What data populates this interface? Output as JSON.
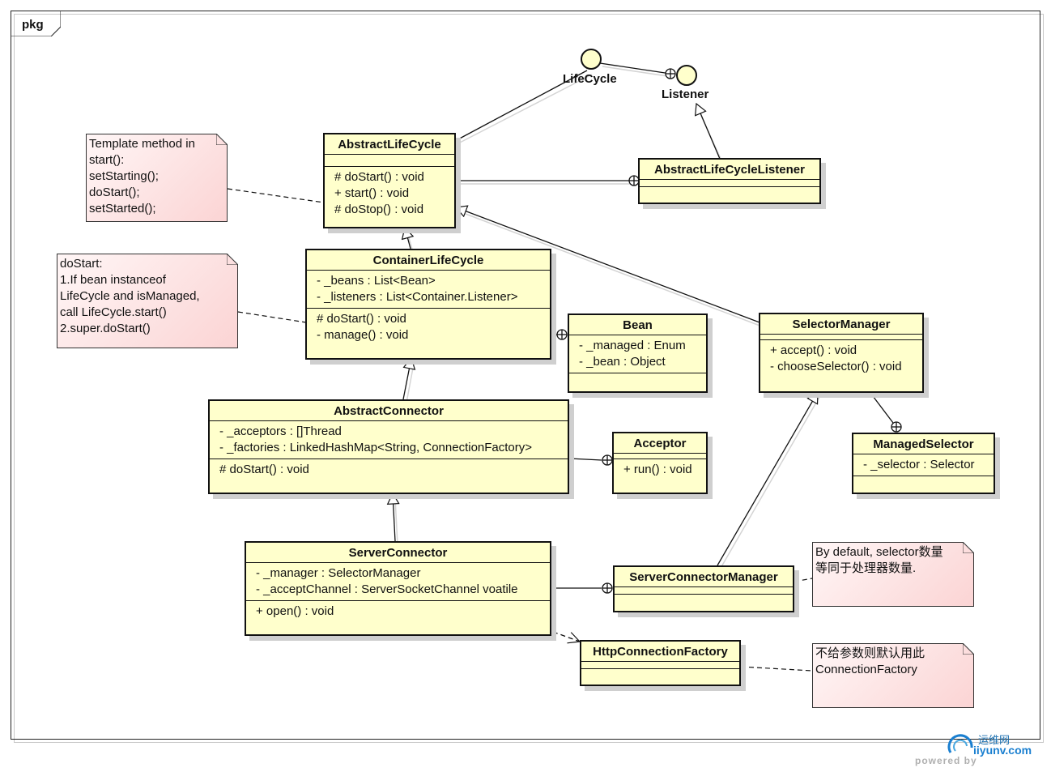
{
  "package": {
    "label": "pkg"
  },
  "interfaces": [
    {
      "id": "lifecycle",
      "label": "LifeCycle"
    },
    {
      "id": "listener",
      "label": "Listener"
    }
  ],
  "classes": {
    "abstract_life_cycle": {
      "name": "AbstractLifeCycle",
      "attributes": [],
      "operations": [
        "# doStart() : void",
        "+ start() : void",
        "# doStop() : void"
      ]
    },
    "abstract_life_cycle_listener": {
      "name": "AbstractLifeCycleListener",
      "attributes": [],
      "operations": []
    },
    "container_life_cycle": {
      "name": "ContainerLifeCycle",
      "attributes": [
        "- _beans : List<Bean>",
        "- _listeners : List<Container.Listener>"
      ],
      "operations": [
        "# doStart() : void",
        "- manage() : void"
      ]
    },
    "bean": {
      "name": "Bean",
      "attributes": [
        "- _managed : Enum",
        "- _bean : Object"
      ],
      "operations": []
    },
    "selector_manager": {
      "name": "SelectorManager",
      "attributes": [],
      "operations": [
        "+ accept() : void",
        "- chooseSelector() : void"
      ]
    },
    "abstract_connector": {
      "name": "AbstractConnector",
      "attributes": [
        "- _acceptors : []Thread",
        "- _factories : LinkedHashMap<String, ConnectionFactory>"
      ],
      "operations": [
        "# doStart() : void"
      ]
    },
    "acceptor": {
      "name": "Acceptor",
      "attributes": [],
      "operations": [
        "+ run() : void"
      ]
    },
    "managed_selector": {
      "name": "ManagedSelector",
      "attributes": [
        "- _selector : Selector"
      ],
      "operations": []
    },
    "server_connector": {
      "name": "ServerConnector",
      "attributes": [
        "- _manager : SelectorManager",
        "- _acceptChannel : ServerSocketChannel voatile"
      ],
      "operations": [
        "+ open() : void"
      ]
    },
    "server_connector_manager": {
      "name": "ServerConnectorManager",
      "attributes": [],
      "operations": []
    },
    "http_connection_factory": {
      "name": "HttpConnectionFactory",
      "attributes": [],
      "operations": []
    }
  },
  "notes": {
    "template_method": [
      "Template method in",
      "start():",
      "setStarting();",
      "doStart();",
      "setStarted();"
    ],
    "do_start": [
      "doStart:",
      "1.If bean instanceof",
      "LifeCycle and isManaged,",
      "call LifeCycle.start()",
      "2.super.doStart()"
    ],
    "selector_default": [
      "By default, selector数量",
      "等同于处理器数量."
    ],
    "connection_factory_default": [
      "不给参数则默认用此",
      "ConnectionFactory"
    ]
  },
  "colors": {
    "class_fill": "#ffffcc",
    "note_fill": "#fbd4d4",
    "line": "#111111",
    "shadow": "#cfcfcf"
  },
  "watermark": {
    "site_cn": "运维网",
    "url": "iiyunv.com",
    "powered": "powered by"
  }
}
